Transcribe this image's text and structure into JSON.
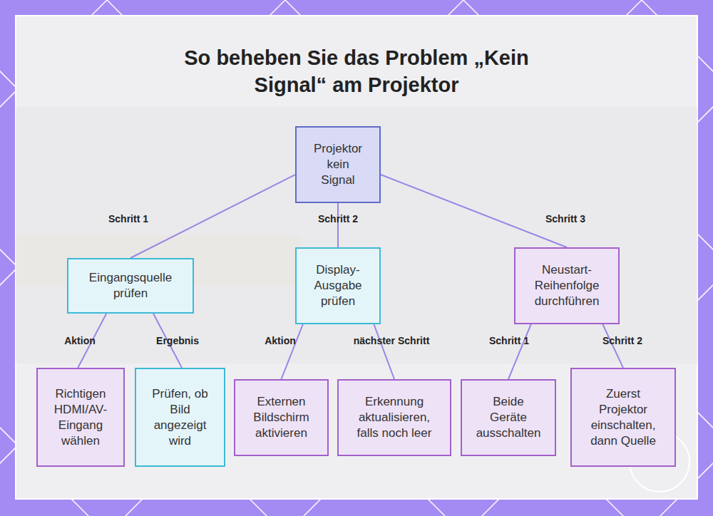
{
  "diagram": {
    "title": "So beheben Sie das Problem „Kein Signal“ am Projektor",
    "nodes": [
      {
        "text": [
          "Projektor kein Signal"
        ]
      },
      {
        "text": [
          "Eingangsquelle prüfen"
        ]
      },
      {
        "text": [
          "Display-Ausgabe prüfen"
        ]
      },
      {
        "text": [
          "Neustart-Reihenfolge durchführen"
        ]
      },
      {
        "text": [
          "Richtigen HDMI/AV-Eingang wählen"
        ]
      },
      {
        "text": [
          "Prüfen, ob Bild angezeigt wird"
        ]
      },
      {
        "text": [
          "Externen Bildschirm aktivieren"
        ]
      },
      {
        "text": [
          "Erkennung aktualisieren, falls noch leer"
        ]
      },
      {
        "text": [
          "Beide Geräte ausschalten"
        ]
      },
      {
        "text": [
          "Zuerst Projektor einschalten, dann Quelle"
        ]
      }
    ],
    "edges": [
      {
        "from": 0,
        "to": 1,
        "label": "Schritt 1",
        "arrow": "none"
      },
      {
        "from": 0,
        "to": 2,
        "label": "Schritt 2",
        "arrow": "none"
      },
      {
        "from": 0,
        "to": 3,
        "label": "Schritt 3",
        "arrow": "none"
      },
      {
        "from": 1,
        "to": 4,
        "label": "Aktion",
        "arrow": "none"
      },
      {
        "from": 1,
        "to": 5,
        "label": "Ergebnis",
        "arrow": "none"
      },
      {
        "from": 2,
        "to": 6,
        "label": "Aktion",
        "arrow": "none"
      },
      {
        "from": 2,
        "to": 7,
        "label": "nächster Schritt",
        "arrow": "none"
      },
      {
        "from": 3,
        "to": 8,
        "label": "Schritt 1",
        "arrow": "none"
      },
      {
        "from": 3,
        "to": 9,
        "label": "Schritt 2",
        "arrow": "none"
      }
    ]
  }
}
